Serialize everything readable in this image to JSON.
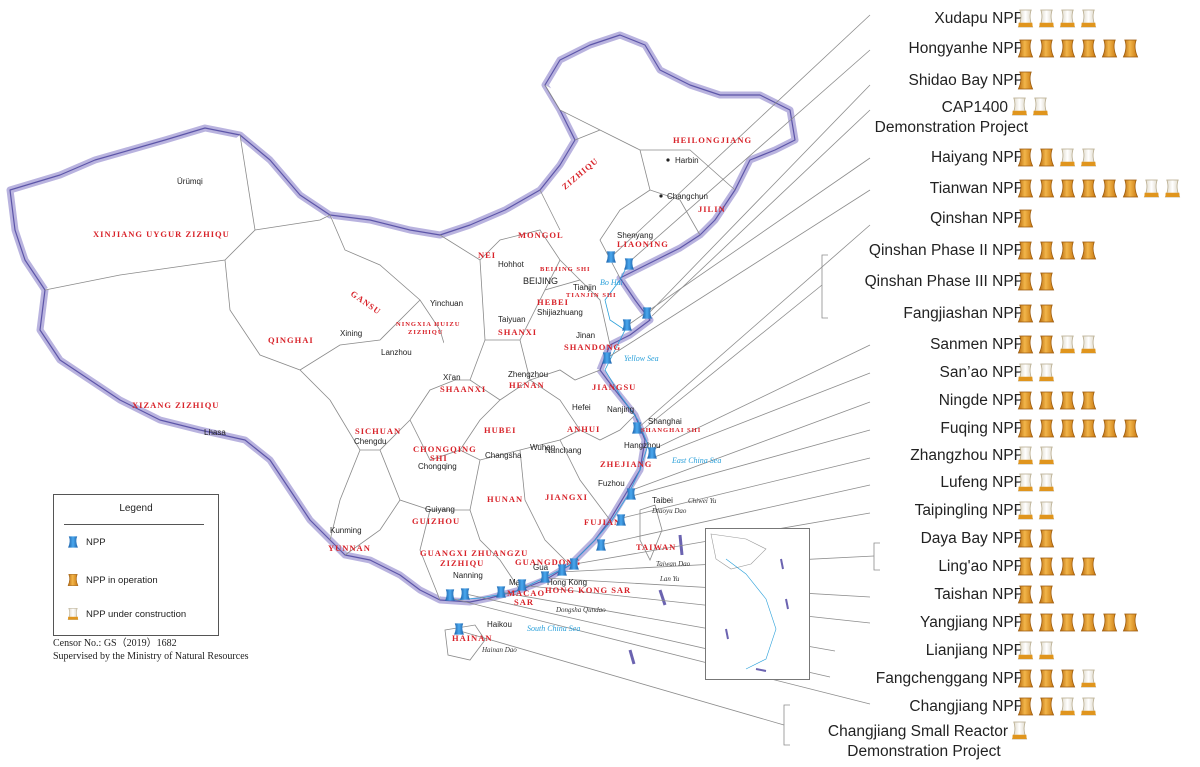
{
  "colors": {
    "npp_blue": "#2f8fd8",
    "operation_orange": "#e0951d",
    "construction_white": "#f3efe6",
    "province_label": "#d8232a",
    "sea_label": "#2aa0da",
    "border": "#b9b3df"
  },
  "legend": {
    "title": "Legend",
    "items": [
      {
        "icon": "npp-icon",
        "label": "NPP"
      },
      {
        "icon": "operation-icon",
        "label": "NPP in operation"
      },
      {
        "icon": "construction-icon",
        "label": "NPP under construction"
      }
    ]
  },
  "censor": {
    "line1": "Censor No.: GS（2019）1682",
    "line2": "Supervised by the Ministry of Natural Resources"
  },
  "provinces": {
    "heilongjiang": "HEILONGJIANG",
    "jilin": "JILIN",
    "liaoning": "LIAONING",
    "nei_mongol_1": "NEI",
    "nei_mongol_2": "MONGOL",
    "nei_mongol_3": "ZIZHIQU",
    "xinjiang": "XINJIANG  UYGUR  ZIZHIQU",
    "xizang": "XIZANG  ZIZHIQU",
    "qinghai": "QINGHAI",
    "gansu": "GANSU",
    "ningxia_1": "NINGXIA HUIZU",
    "ningxia_2": "ZIZHIQU",
    "shaanxi": "SHAANXI",
    "shanxi": "SHANXI",
    "hebei": "HEBEI",
    "beijing": "BEIJING SHI",
    "tianjin": "TIANJIN SHI",
    "shandong": "SHANDONG",
    "henan": "HENAN",
    "jiangsu": "JIANGSU",
    "shanghai": "SHANGHAI SHI",
    "anhui": "ANHUI",
    "hubei": "HUBEI",
    "sichuan": "SICHUAN",
    "chongqing_1": "CHONGQING",
    "chongqing_2": "SHI",
    "zhejiang": "ZHEJIANG",
    "jiangxi": "JIANGXI",
    "hunan": "HUNAN",
    "guizhou": "GUIZHOU",
    "yunnan": "YUNNAN",
    "guangxi_1": "GUANGXI ZHUANGZU",
    "guangxi_2": "ZIZHIQU",
    "guangdong": "GUANGDONG",
    "fujian": "FUJIAN",
    "taiwan": "TAIWAN",
    "hongkong": "HONG KONG SAR",
    "macao": "MACAO",
    "sar": "SAR",
    "hainan": "HAINAN"
  },
  "cities": {
    "harbin": "Harbin",
    "changchun": "Changchun",
    "shenyang": "Shenyang",
    "urumqi": "Ürümqi",
    "hohhot": "Hohhot",
    "beijing": "BEIJING",
    "tianjin": "Tianjin",
    "shijiazhuang": "Shijiazhuang",
    "taiyuan": "Taiyuan",
    "yinchuan": "Yinchuan",
    "xining": "Xining",
    "lanzhou": "Lanzhou",
    "jinan": "Jinan",
    "xian": "Xi'an",
    "zhengzhou": "Zhengzhou",
    "nanjing": "Nanjing",
    "hefei": "Hefei",
    "shanghai": "Shanghai",
    "hangzhou": "Hangzhou",
    "wuhan": "Wuhan",
    "lhasa": "Lhasa",
    "chengdu": "Chengdu",
    "chongqing": "Chongqing",
    "changsha": "Changsha",
    "nanchang": "Nanchang",
    "fuzhou": "Fuzhou",
    "taibei": "Taibei",
    "guiyang": "Guiyang",
    "kunming": "Kunming",
    "nanning": "Nanning",
    "guangzhou": "Gua",
    "hongkong": "Hong Kong",
    "macao": "Ma",
    "haikou": "Haikou"
  },
  "seas": {
    "bohai": "Bo Hai",
    "yellow": "Yellow  Sea",
    "east": "East  China  Sea",
    "south": "South  China  Sea"
  },
  "misc": {
    "chiwei": "Chiwei Yu",
    "diaoyu": "Diaoyu Dao",
    "taiwan_dao": "Taiwan Dao",
    "lan_yu": "Lan Yu",
    "dongsha": "Dongsha Qundao",
    "hainan_dao": "Hainan Dao"
  },
  "plants": [
    {
      "name": "Xudapu NPP",
      "units": [
        "c",
        "c",
        "c",
        "c"
      ]
    },
    {
      "name": "Hongyanhe NPP",
      "units": [
        "o",
        "o",
        "o",
        "o",
        "o",
        "o"
      ]
    },
    {
      "name": "Shidao Bay NPP",
      "units": [
        "o"
      ]
    },
    {
      "name": "CAP1400 Demonstration Project",
      "line1": "CAP1400",
      "line2": "Demonstration Project",
      "units": [
        "c",
        "c"
      ]
    },
    {
      "name": "Haiyang NPP",
      "units": [
        "o",
        "o",
        "c",
        "c"
      ]
    },
    {
      "name": "Tianwan NPP",
      "units": [
        "o",
        "o",
        "o",
        "o",
        "o",
        "o",
        "c",
        "c"
      ]
    },
    {
      "name": "Qinshan NPP",
      "units": [
        "o"
      ]
    },
    {
      "name": "Qinshan Phase II NPP",
      "units": [
        "o",
        "o",
        "o",
        "o"
      ]
    },
    {
      "name": "Qinshan Phase III NPP",
      "units": [
        "o",
        "o"
      ]
    },
    {
      "name": "Fangjiashan NPP",
      "units": [
        "o",
        "o"
      ]
    },
    {
      "name": "Sanmen NPP",
      "units": [
        "o",
        "o",
        "c",
        "c"
      ]
    },
    {
      "name": "San’ao NPP",
      "units": [
        "c",
        "c"
      ]
    },
    {
      "name": "Ningde NPP",
      "units": [
        "o",
        "o",
        "o",
        "o"
      ]
    },
    {
      "name": "Fuqing NPP",
      "units": [
        "o",
        "o",
        "o",
        "o",
        "o",
        "o"
      ]
    },
    {
      "name": "Zhangzhou NPP",
      "units": [
        "c",
        "c"
      ]
    },
    {
      "name": "Lufeng NPP",
      "units": [
        "c",
        "c"
      ]
    },
    {
      "name": "Taipingling NPP",
      "units": [
        "c",
        "c"
      ]
    },
    {
      "name": "Daya Bay NPP",
      "units": [
        "o",
        "o"
      ]
    },
    {
      "name": "Ling'ao NPP",
      "units": [
        "o",
        "o",
        "o",
        "o"
      ]
    },
    {
      "name": "Taishan NPP",
      "units": [
        "o",
        "o"
      ]
    },
    {
      "name": "Yangjiang NPP",
      "units": [
        "o",
        "o",
        "o",
        "o",
        "o",
        "o"
      ]
    },
    {
      "name": "Lianjiang NPP",
      "units": [
        "c",
        "c"
      ]
    },
    {
      "name": "Fangchenggang NPP",
      "units": [
        "o",
        "o",
        "o",
        "c"
      ]
    },
    {
      "name": "Changjiang NPP",
      "units": [
        "o",
        "o",
        "c",
        "c"
      ]
    },
    {
      "name": "Changjiang Small Reactor Demonstration Project",
      "line1": "Changjiang Small Reactor",
      "line2": "Demonstration Project",
      "units": [
        "c"
      ]
    }
  ]
}
